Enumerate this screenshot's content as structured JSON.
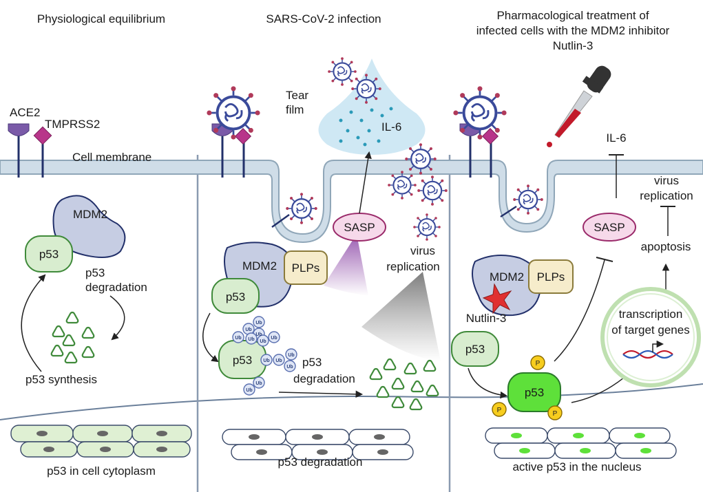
{
  "panels": [
    {
      "title": [
        "Physiological equilibrium"
      ],
      "labels": {
        "ace2": "ACE2",
        "tmprss2": "TMPRSS2",
        "membrane": "Cell membrane",
        "mdm2": "MDM2",
        "p53": "p53",
        "degradation": [
          "p53",
          "degradation"
        ],
        "synthesis": "p53 synthesis",
        "footer": "p53 in cell cytoplasm"
      }
    },
    {
      "title": [
        "SARS-CoV-2 infection"
      ],
      "labels": {
        "tear": [
          "Tear",
          "film"
        ],
        "il6": "IL-6",
        "sasp": "SASP",
        "mdm2": "MDM2",
        "plps": "PLPs",
        "p53_top": "p53",
        "p53_ub": "p53",
        "ub": "Ub",
        "virus_replication": [
          "virus",
          "replication"
        ],
        "degradation": [
          "p53",
          "degradation"
        ],
        "footer": "p53 degradation"
      }
    },
    {
      "title": [
        "Pharmacological treatment of",
        "infected cells with the MDM2 inhibitor",
        "Nutlin-3"
      ],
      "labels": {
        "il6": "IL-6",
        "virus_replication": [
          "virus",
          "replication"
        ],
        "sasp": "SASP",
        "apoptosis": "apoptosis",
        "mdm2": "MDM2",
        "plps": "PLPs",
        "nutlin": "Nutlin-3",
        "p53_free": "p53",
        "p53_active": "p53",
        "phospho": "P",
        "transcription": [
          "transcription",
          "of target genes"
        ],
        "footer": "active p53 in the nucleus"
      }
    }
  ],
  "colors": {
    "membrane_fill": "#cfdde8",
    "membrane_line": "#8fa6b8",
    "mdm2": "#c6cde3",
    "p53": "#d8edcf",
    "p53_active": "#5ee03a",
    "sasp": "#f6d9ea",
    "plps": "#f6eccb",
    "virus": "#3a4a9a",
    "tear": "#cfe8f4",
    "phospho": "#f7cd1e",
    "nutlin": "#e03030",
    "degradation_fragment": "#7bbf6a",
    "divider": "#8a9ab0"
  }
}
